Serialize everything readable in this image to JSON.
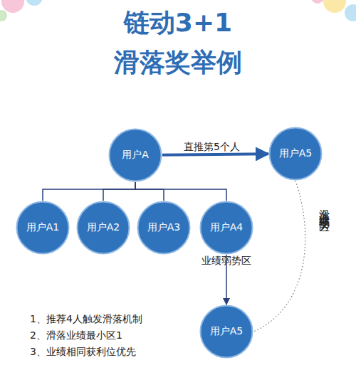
{
  "diagram": {
    "title": "链动3+1 滑落奖举例",
    "nodes": [
      {
        "text": [
          "用户A"
        ]
      },
      {
        "text": [
          "用户A5"
        ]
      },
      {
        "text": [
          "用户A1"
        ]
      },
      {
        "text": [
          "用户A2"
        ]
      },
      {
        "text": [
          "用户A3"
        ]
      },
      {
        "text": [
          "用户A4"
        ]
      },
      {
        "text": [
          "用户A5"
        ]
      }
    ],
    "edges": [
      {
        "from": 0,
        "to": 1,
        "arrow": "to",
        "label": "直推第5个人"
      },
      {
        "from": 0,
        "to": 2,
        "arrow": "none"
      },
      {
        "from": 0,
        "to": 3,
        "arrow": "none"
      },
      {
        "from": 0,
        "to": 4,
        "arrow": "none"
      },
      {
        "from": 0,
        "to": 5,
        "arrow": "none"
      },
      {
        "from": 5,
        "to": 6,
        "arrow": "to"
      },
      {
        "from": 1,
        "to": 6,
        "arrow": "none",
        "label": "滑落业绩弱势区"
      }
    ],
    "labels": [
      "业绩弱势区",
      "1、推荐4人触发滑落机制",
      "2、滑落业绩最小区1",
      "3、业绩相同获利位优先"
    ]
  }
}
